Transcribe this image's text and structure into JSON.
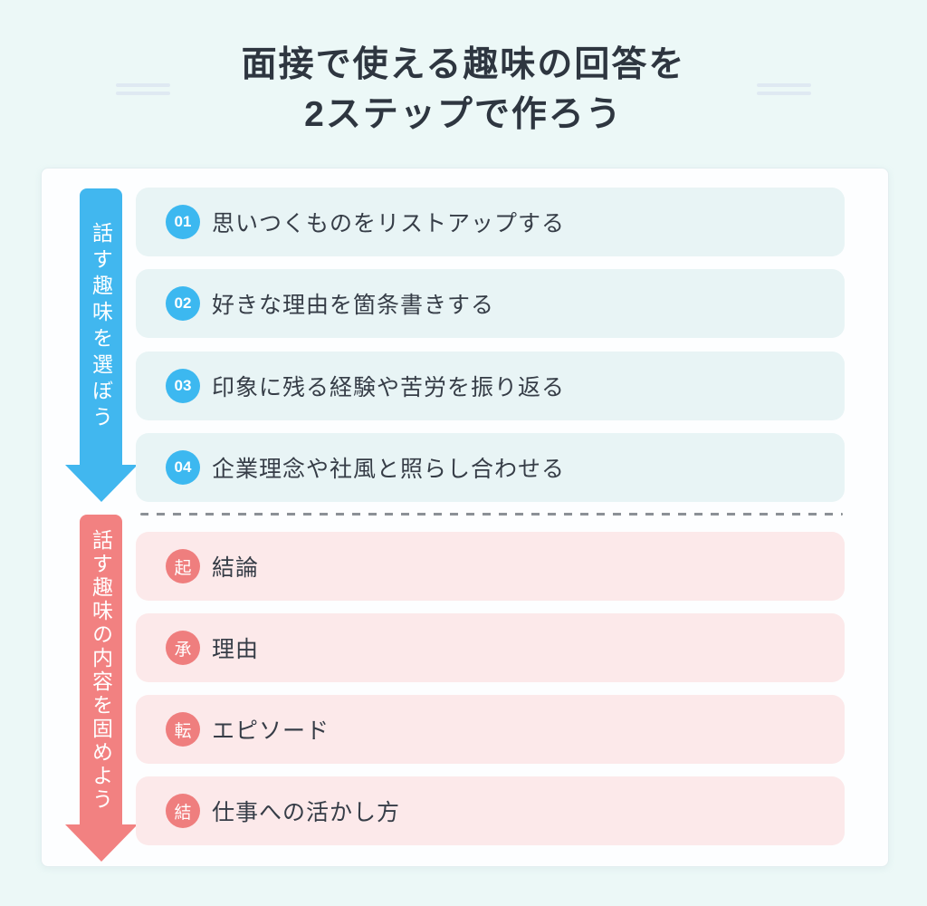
{
  "title": {
    "line1": "面接で使える趣味の回答を",
    "line2": "2ステップで作ろう"
  },
  "colors": {
    "background": "#ecf8f7",
    "card": "#fdfeff",
    "step1_accent": "#41b7ef",
    "step1_badge": "#3cb8f0",
    "step1_item_bg": "#e8f4f5",
    "step2_accent": "#f28181",
    "step2_badge": "#ef7e7e",
    "step2_item_bg": "#fce9ea",
    "text": "#363d47",
    "divider": "#8c9196"
  },
  "steps": [
    {
      "arrow_label": "話す趣味を選ぼう",
      "items": [
        {
          "badge": "01",
          "label": "思いつくものをリストアップする"
        },
        {
          "badge": "02",
          "label": "好きな理由を箇条書きする"
        },
        {
          "badge": "03",
          "label": "印象に残る経験や苦労を振り返る"
        },
        {
          "badge": "04",
          "label": "企業理念や社風と照らし合わせる"
        }
      ]
    },
    {
      "arrow_label": "話す趣味の内容を固めよう",
      "items": [
        {
          "badge": "起",
          "label": "結論"
        },
        {
          "badge": "承",
          "label": "理由"
        },
        {
          "badge": "転",
          "label": "エピソード"
        },
        {
          "badge": "結",
          "label": "仕事への活かし方"
        }
      ]
    }
  ]
}
